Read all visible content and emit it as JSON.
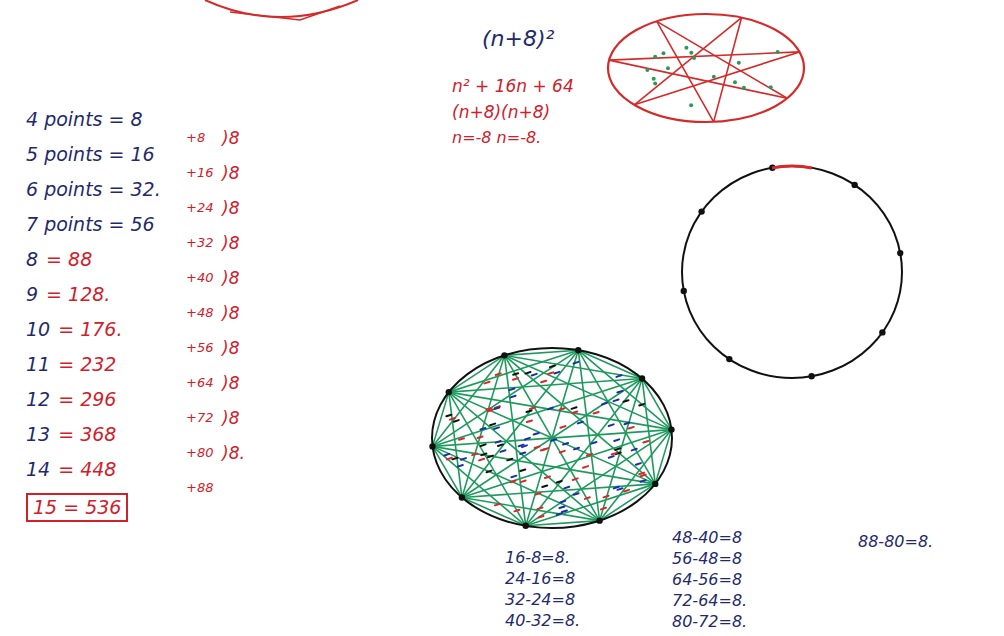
{
  "diagram": {
    "labels": [
      "4 points = 8",
      "+8",
      ")8",
      "5 points = 16",
      "+16",
      ")8",
      "6 points = 32.",
      "+24",
      ")8",
      "7 points = 56",
      "+32",
      ")8",
      "8",
      "= 88",
      "+40",
      ")8",
      "9",
      "= 128.",
      "+48",
      ")8",
      "10",
      "= 176.",
      "+56",
      ")8",
      "11",
      "= 232",
      "+64",
      ")8",
      "12",
      "= 296",
      "+72",
      ")8",
      "13",
      "= 368",
      "+80",
      ")8.",
      "14",
      "= 448",
      "+88",
      "15 = 536",
      "(n+8)²",
      "n² + 16n + 64",
      "(n+8)(n+8)",
      "n=-8 n=-8.",
      "16-8=8.",
      "24-16=8",
      "32-24=8",
      "40-32=8.",
      "48-40=8",
      "56-48=8",
      "64-56=8",
      "72-64=8.",
      "80-72=8.",
      "88-80=8."
    ]
  }
}
